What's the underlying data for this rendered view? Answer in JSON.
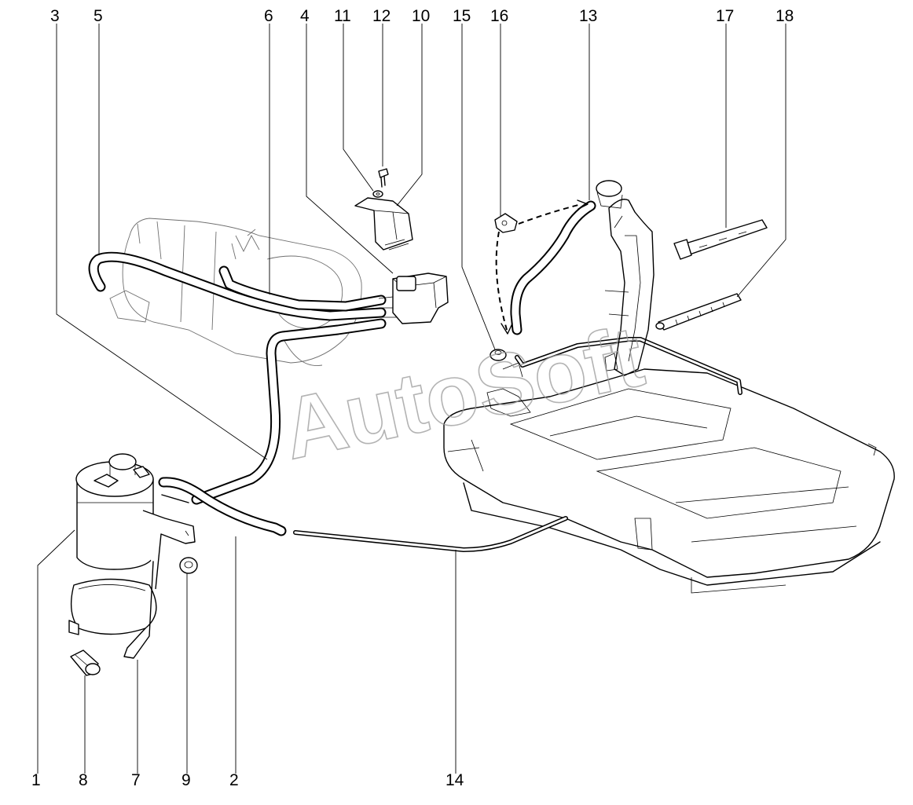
{
  "watermark": "AutoSoft",
  "callouts": {
    "c1": "1",
    "c2": "2",
    "c3": "3",
    "c4": "4",
    "c5": "5",
    "c6": "6",
    "c7": "7",
    "c8": "8",
    "c9": "9",
    "c10": "10",
    "c11": "11",
    "c12": "12",
    "c13": "13",
    "c14": "14",
    "c15": "15",
    "c16": "16",
    "c17": "17",
    "c18": "18"
  }
}
